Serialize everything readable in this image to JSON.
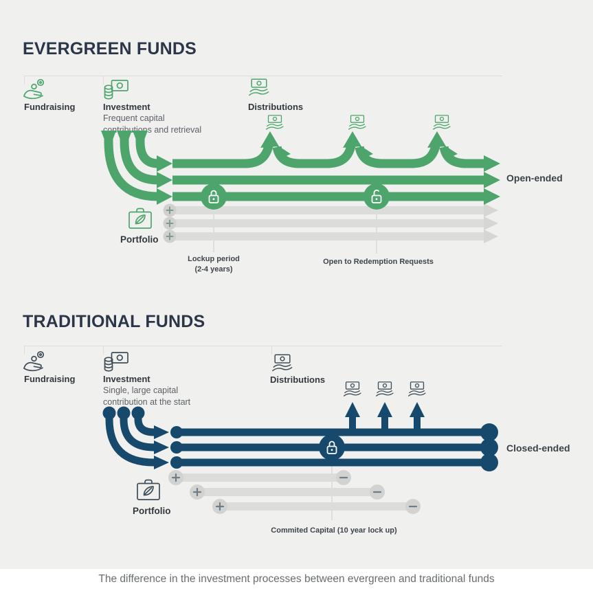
{
  "colors": {
    "accent_green": "#4da56c",
    "accent_navy": "#16496b",
    "background": "#f0f0ee"
  },
  "caption": "The difference in the investment processes between evergreen and traditional funds",
  "evergreen": {
    "title": "EVERGREEN FUNDS",
    "columns": {
      "fundraising": "Fundraising",
      "investment": "Investment",
      "investment_desc": "Frequent capital\ncontributions and retrieval",
      "distributions": "Distributions"
    },
    "portfolio_label": "Portfolio",
    "end_label": "Open-ended",
    "annotations": {
      "lockup": "Lockup period\n(2-4 years)",
      "redemption": "Open to Redemption Requests"
    }
  },
  "traditional": {
    "title": "TRADITIONAL FUNDS",
    "columns": {
      "fundraising": "Fundraising",
      "investment": "Investment",
      "investment_desc": "Single, large capital\ncontribution at the start",
      "distributions": "Distributions"
    },
    "portfolio_label": "Portfolio",
    "end_label": "Closed-ended",
    "annotations": {
      "committed": "Commited Capital (10 year lock up)"
    }
  }
}
